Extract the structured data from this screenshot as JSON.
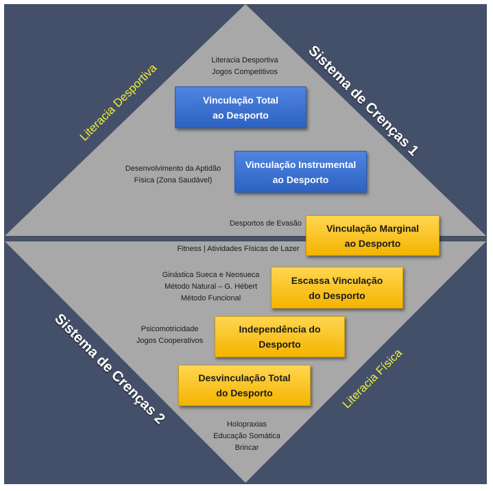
{
  "colors": {
    "background": "#445069",
    "triangle_fill": "#a8a8a8",
    "blue_box": "#3a6fd0",
    "gold_box": "#fdc228",
    "yellow_label": "#f2f03a"
  },
  "side_labels": {
    "top_left": "Literacia Desportiva",
    "top_right": "Sistema de Crenças 1",
    "bottom_left": "Sistema de Crenças 2",
    "bottom_right": "Literacia Física"
  },
  "labels": {
    "top_competitive": "Literacia Desportiva\nJogos Competitivos",
    "fitness_development": "Desenvolvimento da Aptidão\nFísica (Zona Saudável)",
    "escape_sports": "Desportos de Evasão",
    "fitness_leisure": "Fitness | Atividades Físicas de Lazer",
    "gymnastics": "Ginástica Sueca e Neosueca\nMétodo Natural – G. Hébert\nMétodo Funcional",
    "psychomotor": "Psicomotricidade\nJogos Cooperativos",
    "holopraxias": "Holopraxias\nEducação Somática\nBrincar"
  },
  "boxes": {
    "total_link": "Vinculação Total\nao Desporto",
    "instrumental_link": "Vinculação Instrumental\nao Desporto",
    "marginal_link": "Vinculação Marginal\nao Desporto",
    "scarce_link": "Escassa Vinculação\ndo Desporto",
    "independence": "Independência do\nDesporto",
    "total_unlink": "Desvinculação Total\ndo Desporto"
  }
}
